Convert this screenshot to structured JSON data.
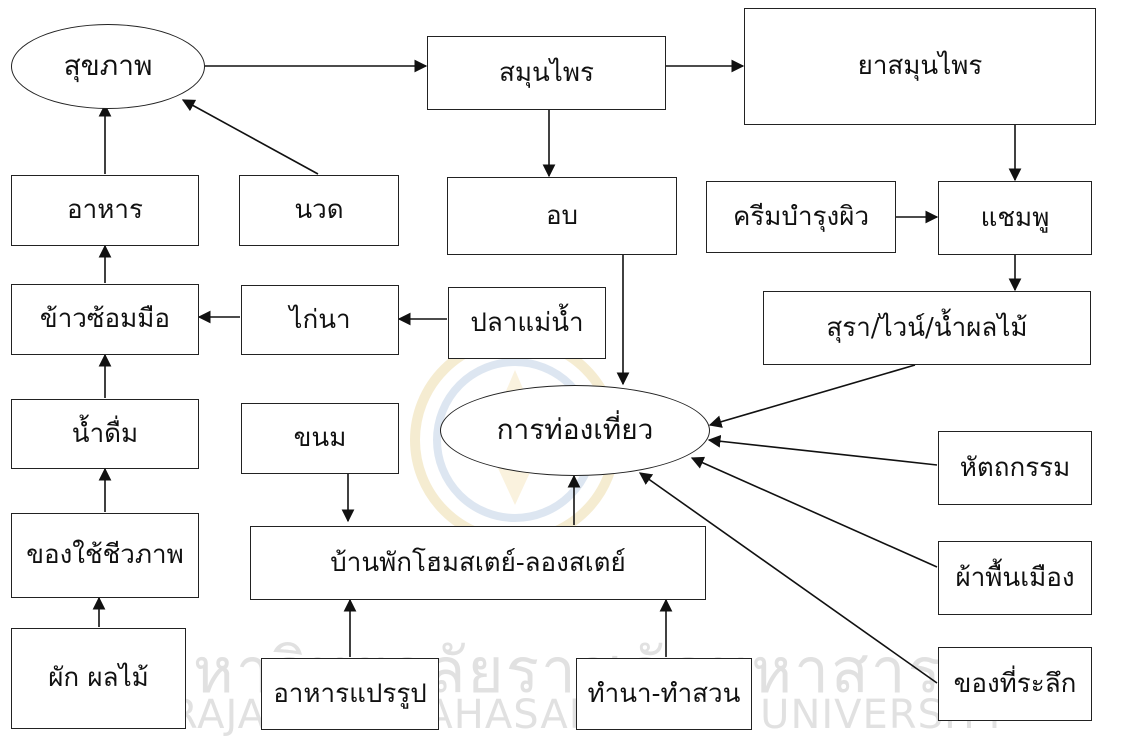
{
  "nodes": {
    "health": "สุขภาพ",
    "herbs": "สมุนไพร",
    "herbal_medicine": "ยาสมุนไพร",
    "food": "อาหาร",
    "massage": "นวด",
    "steam": "อบ",
    "skin_cream": "ครีมบำรุงผิว",
    "shampoo": "แชมพู",
    "rice": "ข้าวซ้อมมือ",
    "field_chicken": "ไก่นา",
    "river_fish": "ปลาแม่น้ำ",
    "liquor": "สุรา/ไวน์/น้ำผลไม้",
    "drinking_water": "น้ำดื่ม",
    "dessert": "ขนม",
    "tourism": "การท่องเที่ยว",
    "handicraft": "หัตถกรรม",
    "daily_goods": "ของใช้ชีวภาพ",
    "homestay": "บ้านพักโฮมสเตย์-ลองสเตย์",
    "local_fabric": "ผ้าพื้นเมือง",
    "vegetables": "ผัก ผลไม้",
    "processed_food": "อาหารแปรรูป",
    "farming": "ทำนา-ทำสวน",
    "souvenir": "ของที่ระลึก"
  },
  "edges": [
    [
      "health",
      "herbs"
    ],
    [
      "herbs",
      "herbal_medicine"
    ],
    [
      "herbs",
      "steam"
    ],
    [
      "herbal_medicine",
      "shampoo"
    ],
    [
      "skin_cream",
      "shampoo"
    ],
    [
      "shampoo",
      "liquor"
    ],
    [
      "food",
      "health"
    ],
    [
      "massage",
      "health"
    ],
    [
      "rice",
      "food"
    ],
    [
      "field_chicken",
      "rice"
    ],
    [
      "river_fish",
      "field_chicken"
    ],
    [
      "drinking_water",
      "rice"
    ],
    [
      "daily_goods",
      "drinking_water"
    ],
    [
      "vegetables",
      "daily_goods"
    ],
    [
      "steam",
      "tourism"
    ],
    [
      "liquor",
      "tourism"
    ],
    [
      "handicraft",
      "tourism"
    ],
    [
      "local_fabric",
      "tourism"
    ],
    [
      "souvenir",
      "tourism"
    ],
    [
      "dessert",
      "homestay"
    ],
    [
      "homestay",
      "tourism"
    ],
    [
      "processed_food",
      "homestay"
    ],
    [
      "farming",
      "homestay"
    ]
  ],
  "watermark": {
    "thai": "มหาวิทยาลัยราชภัฏมหาสารคาม",
    "english": "RAJABHAT MAHASARAKHAM UNIVERSITY"
  }
}
